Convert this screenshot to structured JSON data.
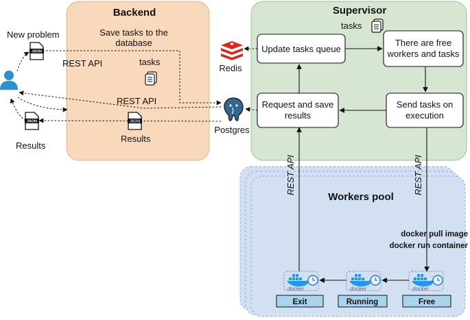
{
  "panels": {
    "backend": {
      "title": "Backend",
      "fill": "#f8d9bc",
      "stroke": "#e4b48a"
    },
    "supervisor": {
      "title": "Supervisor",
      "fill": "#d6e6d2",
      "stroke": "#9fc097"
    },
    "workers_pool": {
      "title": "Workers pool",
      "fill": "#d3e0f2",
      "stroke": "#8ea9d4"
    }
  },
  "labels": {
    "new_problem": "New problem",
    "results_left": "Results",
    "results_backend": "Results",
    "rest_api_top": "REST API",
    "rest_api_mid": "REST API",
    "rest_api_v_left": "REST API",
    "rest_api_v_right": "REST API",
    "save_tasks_line1": "Save tasks to the",
    "save_tasks_line2": "database",
    "tasks_backend": "tasks",
    "tasks_supervisor": "tasks",
    "redis": "Redis",
    "postgres": "Postgres",
    "docker_pull": "docker pull image",
    "docker_run": "docker run container"
  },
  "boxes": {
    "update_queue": "Update tasks queue",
    "free_workers_line1": "There are free",
    "free_workers_line2": "workers and tasks",
    "request_save_line1": "Request and save",
    "request_save_line2": "results",
    "send_tasks_line1": "Send tasks on",
    "send_tasks_line2": "execution"
  },
  "file_badges": {
    "json": "JSON"
  },
  "workers": {
    "docker_label": "docker",
    "exit": "Exit",
    "running": "Running",
    "free": "Free",
    "state_fill": "#a9d4ee"
  },
  "icons": [
    "user-icon",
    "json-file-icon",
    "tasks-doc-icon",
    "redis-icon",
    "postgres-icon",
    "docker-icon",
    "clock-icon"
  ],
  "colors": {
    "user": "#2b8fd0",
    "redis": "#d42a20",
    "postgres": "#336791",
    "docker": "#2496ed"
  }
}
